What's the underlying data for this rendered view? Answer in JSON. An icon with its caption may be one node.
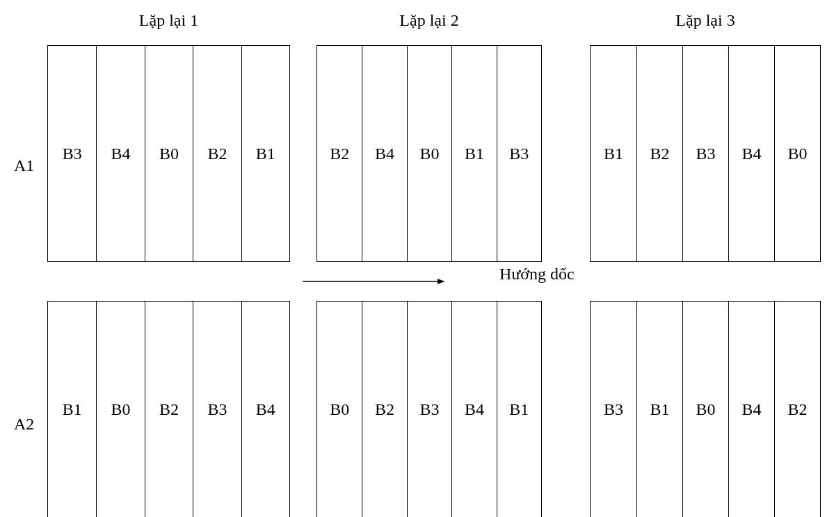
{
  "diagram": {
    "nodes": [
      {
        "text": [
          "Lặp lại 1"
        ]
      },
      {
        "text": [
          "B3"
        ],
        "in": 0
      },
      {
        "text": [
          "B4"
        ],
        "in": 0
      },
      {
        "text": [
          "B0"
        ],
        "in": 0
      },
      {
        "text": [
          "B2"
        ],
        "in": 0
      },
      {
        "text": [
          "B1"
        ],
        "in": 0
      },
      {
        "text": [
          "Lặp lại 2"
        ]
      },
      {
        "text": [
          "B2"
        ],
        "in": 6
      },
      {
        "text": [
          "B4"
        ],
        "in": 6
      },
      {
        "text": [
          "B0"
        ],
        "in": 6
      },
      {
        "text": [
          "B1"
        ],
        "in": 6
      },
      {
        "text": [
          "B3"
        ],
        "in": 6
      },
      {
        "text": [
          "Lặp lại 3"
        ]
      },
      {
        "text": [
          "B1"
        ],
        "in": 12
      },
      {
        "text": [
          "B2"
        ],
        "in": 12
      },
      {
        "text": [
          "B3"
        ],
        "in": 12
      },
      {
        "text": [
          "B4"
        ],
        "in": 12
      },
      {
        "text": [
          "B0"
        ],
        "in": 12
      },
      {
        "text": [],
        "shape": "box"
      },
      {
        "text": [
          "B1"
        ],
        "in": 18
      },
      {
        "text": [
          "B0"
        ],
        "in": 18
      },
      {
        "text": [
          "B2"
        ],
        "in": 18
      },
      {
        "text": [
          "B3"
        ],
        "in": 18
      },
      {
        "text": [
          "B4"
        ],
        "in": 18
      },
      {
        "text": [],
        "shape": "box"
      },
      {
        "text": [
          "B0"
        ],
        "in": 24
      },
      {
        "text": [
          "B2"
        ],
        "in": 24
      },
      {
        "text": [
          "B3"
        ],
        "in": 24
      },
      {
        "text": [
          "B4"
        ],
        "in": 24
      },
      {
        "text": [
          "B1"
        ],
        "in": 24
      },
      {
        "text": [],
        "shape": "box"
      },
      {
        "text": [
          "B3"
        ],
        "in": 30
      },
      {
        "text": [
          "B1"
        ],
        "in": 30
      },
      {
        "text": [
          "B0"
        ],
        "in": 30
      },
      {
        "text": [
          "B4"
        ],
        "in": 30
      },
      {
        "text": [
          "B2"
        ],
        "in": 30
      }
    ],
    "labels": [
      "A1",
      "Hướng dốc",
      "A2"
    ]
  }
}
